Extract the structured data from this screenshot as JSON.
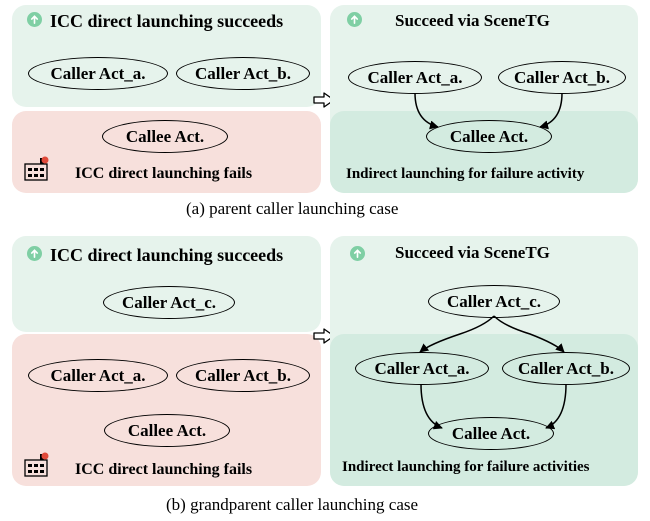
{
  "figure_a": {
    "left_top": {
      "title": "ICC direct launching succeeds",
      "nodes": [
        "Caller Act_a.",
        "Caller Act_b."
      ]
    },
    "left_bottom": {
      "node": "Callee Act.",
      "title": "ICC direct launching fails"
    },
    "right": {
      "title": "Succeed via SceneTG",
      "nodes": [
        "Caller Act_a.",
        "Caller Act_b.",
        "Callee Act."
      ],
      "footer": "Indirect launching for failure activity"
    },
    "caption": "(a) parent caller launching case"
  },
  "figure_b": {
    "left_top": {
      "title": "ICC direct launching succeeds",
      "node": "Caller Act_c."
    },
    "left_bottom": {
      "nodes": [
        "Caller Act_a.",
        "Caller Act_b.",
        "Callee Act."
      ],
      "title": "ICC direct launching fails"
    },
    "right": {
      "title": "Succeed via SceneTG",
      "nodes": [
        "Caller Act_c.",
        "Caller Act_a.",
        "Caller Act_b.",
        "Callee Act."
      ],
      "footer": "Indirect launching for failure activities"
    },
    "caption": "(b) grandparent caller launching case"
  },
  "colors": {
    "success_light": "#e6f3ec",
    "success_dark": "#d3ebe0",
    "failure": "#f7e0dc",
    "up_icon": "#7fcfa4"
  },
  "icons": [
    "arrow-up-circle-icon",
    "factory-icon",
    "right-arrow-icon"
  ]
}
